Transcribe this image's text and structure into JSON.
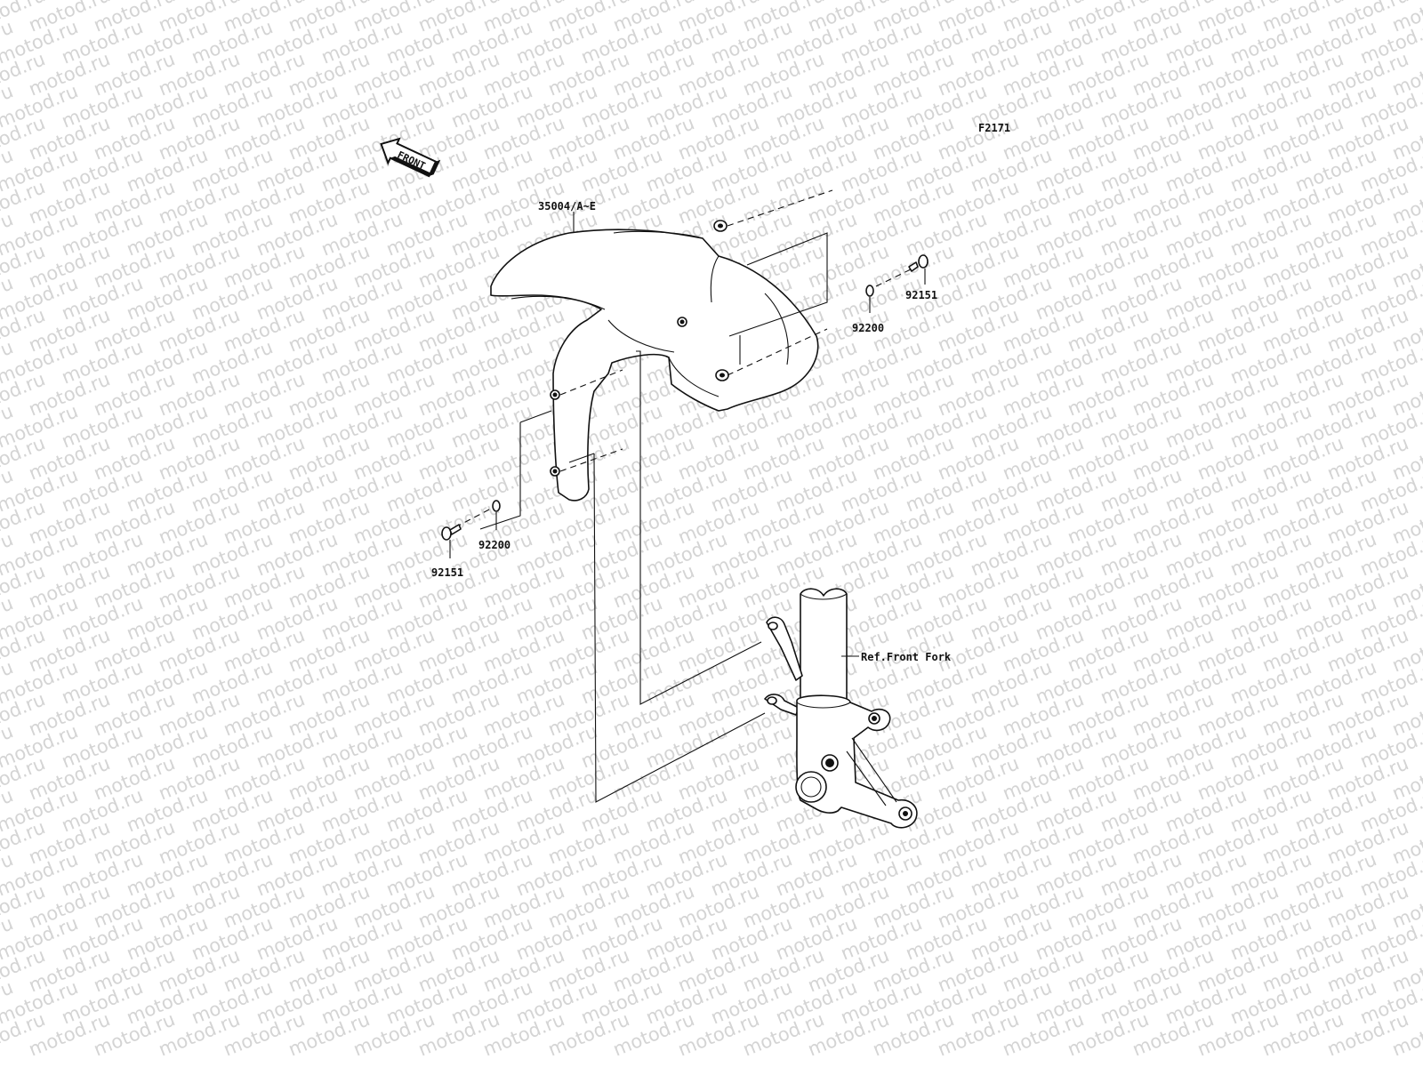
{
  "watermark": {
    "text": "motod.ru"
  },
  "figure": {
    "code": "F2171"
  },
  "direction": {
    "label": "FRONT"
  },
  "callouts": [
    {
      "id": "fender",
      "part": "35004/A~E"
    },
    {
      "id": "bolt-right",
      "part": "92151"
    },
    {
      "id": "washer-right",
      "part": "92200"
    },
    {
      "id": "washer-left",
      "part": "92200"
    },
    {
      "id": "bolt-left",
      "part": "92151"
    },
    {
      "id": "fork-ref",
      "part": "Ref.Front Fork"
    }
  ]
}
